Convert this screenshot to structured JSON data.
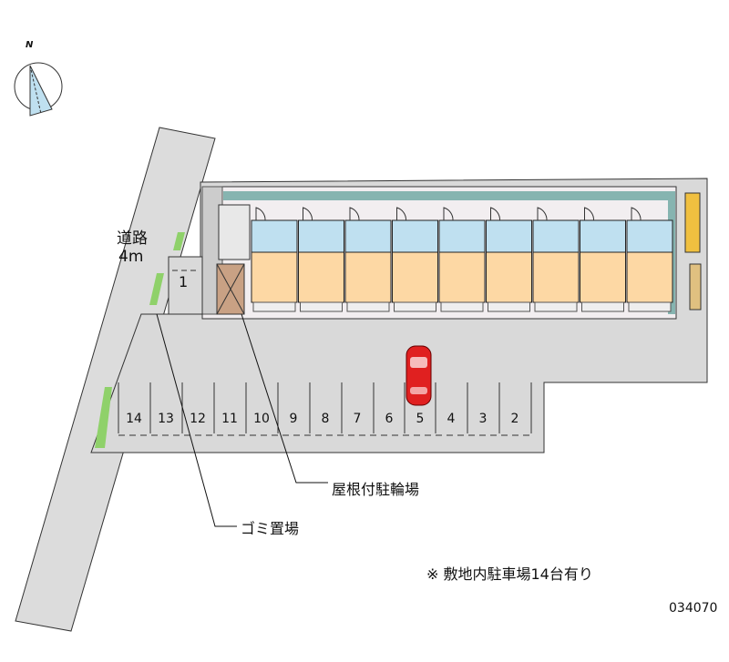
{
  "road": {
    "name": "道路",
    "width": "4m"
  },
  "compass": {
    "label": "N"
  },
  "labels": {
    "bicycle_parking": "屋根付駐輪場",
    "garbage": "ゴミ置場",
    "note": "※ 敷地内駐車場14台有り",
    "code": "034070"
  },
  "parking_spaces": [
    "14",
    "13",
    "12",
    "11",
    "10",
    "9",
    "8",
    "7",
    "6",
    "5",
    "4",
    "3",
    "2"
  ],
  "extra_space": "1",
  "colors": {
    "lot": "#d9d9d9",
    "room": "#fdd8a4",
    "wet": "#bfe0f0",
    "road": "#dcdcdc",
    "car": "#e02020",
    "green": "#8fd16a",
    "teal": "#86b4b0"
  }
}
